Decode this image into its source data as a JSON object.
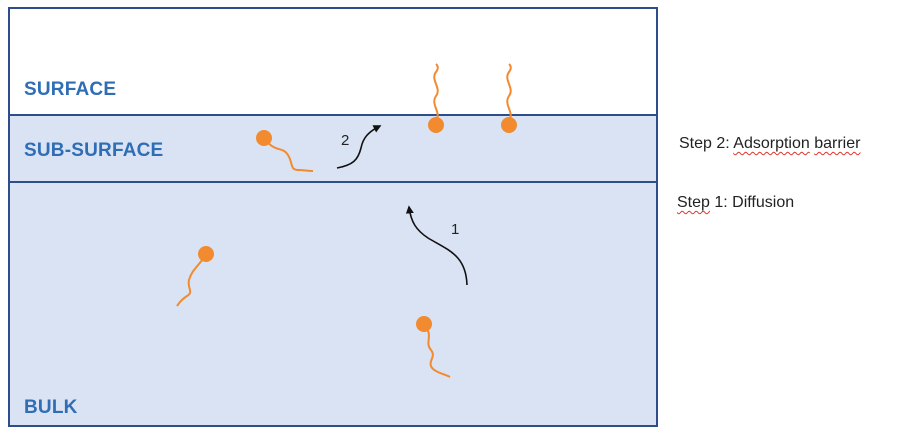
{
  "regions": {
    "surface": "SURFACE",
    "subsurface": "SUB-SURFACE",
    "bulk": "BULK"
  },
  "steps": [
    {
      "prefix": "Step 2: ",
      "word": "Adsorption",
      "between": " ",
      "word2": "barrier"
    },
    {
      "prefix": "",
      "word": "Step",
      "between": " 1: Diffusion",
      "word2": ""
    }
  ],
  "arrows": {
    "step1_number": "1",
    "step2_number": "2"
  },
  "colors": {
    "border": "#2e4d8a",
    "region_fill": "#dae3f3",
    "label_blue": "#2f6db5",
    "molecule": "#f28a30",
    "spellcheck_underline": "#e0332b"
  }
}
